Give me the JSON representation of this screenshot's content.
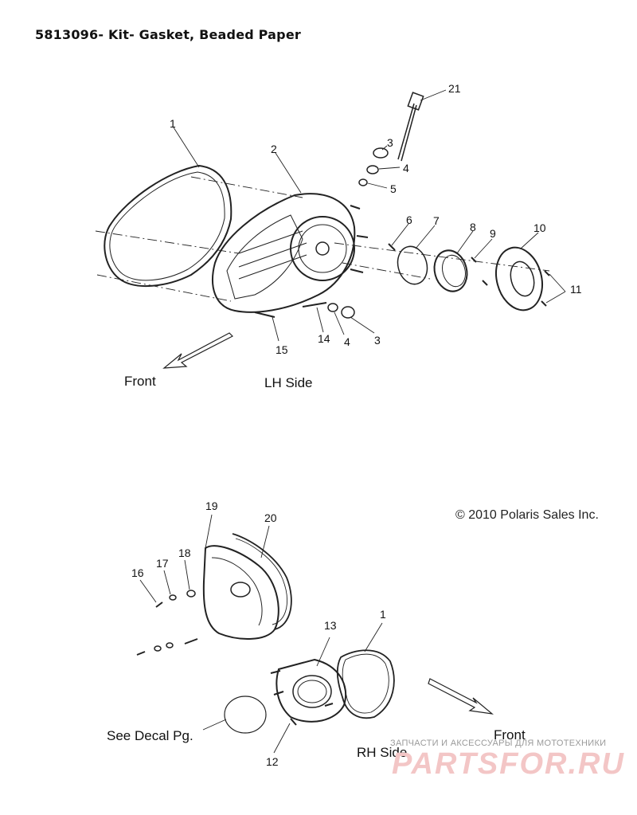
{
  "title": "5813096- Kit- Gasket, Beaded Paper",
  "copyright": "© 2010 Polaris Sales Inc.",
  "watermark": {
    "tagline": "ЗАПЧАСТИ И АКСЕССУАРЫ ДЛЯ МОТОТЕХНИКИ",
    "brand": "PARTSFOR.RU"
  },
  "lh_section": {
    "side_label": "LH Side",
    "front_label": "Front",
    "callouts": [
      "1",
      "2",
      "3",
      "4",
      "5",
      "6",
      "7",
      "8",
      "9",
      "10",
      "11",
      "14",
      "4",
      "3",
      "15",
      "21"
    ]
  },
  "rh_section": {
    "side_label": "RH Side",
    "front_label": "Front",
    "decal_label": "See Decal Pg.",
    "callouts": [
      "19",
      "20",
      "18",
      "17",
      "16",
      "13",
      "1",
      "12"
    ]
  }
}
